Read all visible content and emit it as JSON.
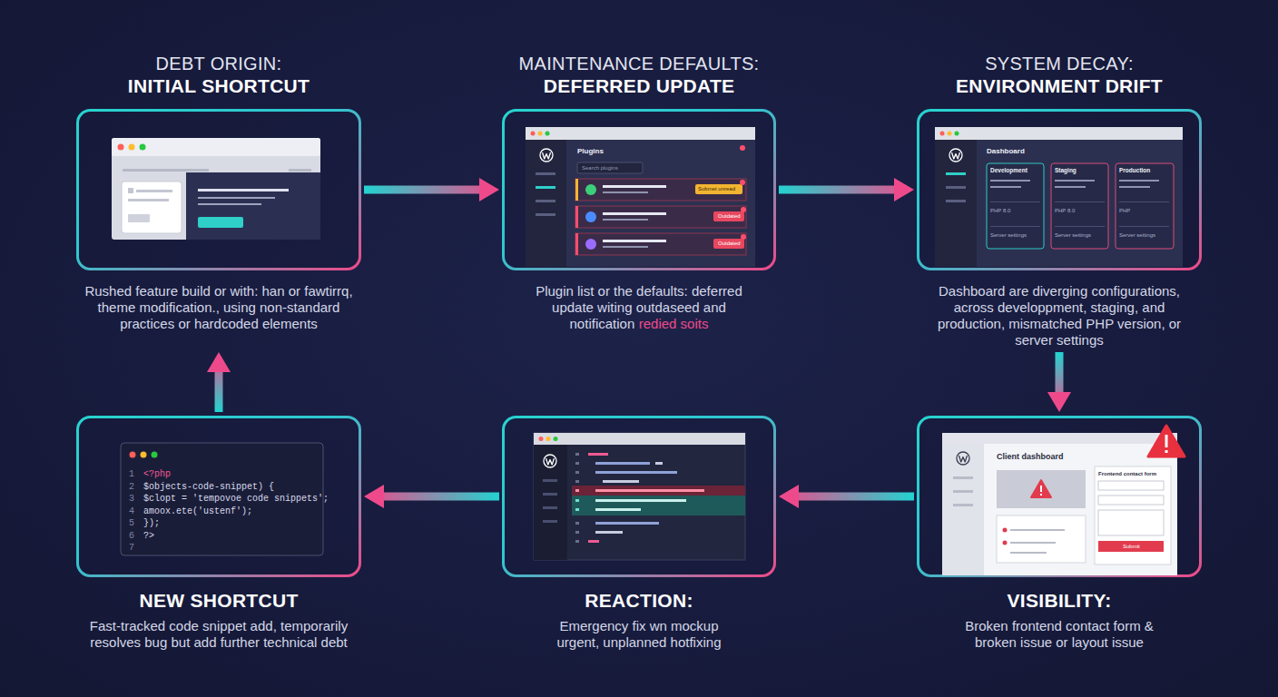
{
  "diagram": {
    "nodes": [
      {
        "text": [
          "DEBT ORIGIN:",
          "INITIAL SHORTCUT",
          "Rushed feature build or with: han or fawtirrq, theme modification., using non-standard practices or hardcoded elements"
        ]
      },
      {
        "text": [
          "MAINTENANCE DEFAULTS:",
          "DEFERRED UPDATE",
          "Plugin list or the defaults: deferred update witing outdaseed and notification",
          "redied soits"
        ]
      },
      {
        "text": [
          "SYSTEM DECAY:",
          "ENVIRONMENT DRIFT",
          "Dashboard are diverging configurations, across developpment, staging, and production, mismatched PHP version, or server settings"
        ]
      },
      {
        "text": [
          "NEW SHORTCUT",
          "Fast-tracked code snippet add, temporarily resolves bug but add further technical debt"
        ]
      },
      {
        "text": [
          "REACTION:",
          "Emergency fix wn mockup urgent, unplanned hotfixing"
        ]
      },
      {
        "text": [
          "VISIBILITY:",
          "Broken frontend contact form & broken issue or layout issue"
        ]
      }
    ],
    "edges": [
      {
        "from": 0,
        "to": 1,
        "arrow": "to"
      },
      {
        "from": 1,
        "to": 2,
        "arrow": "to"
      },
      {
        "from": 2,
        "to": 5,
        "arrow": "to"
      },
      {
        "from": 5,
        "to": 4,
        "arrow": "to"
      },
      {
        "from": 4,
        "to": 3,
        "arrow": "to"
      },
      {
        "from": 3,
        "to": 0,
        "arrow": "to"
      }
    ],
    "labels": [
      "Plugins",
      "Search plugins",
      "Submet unread",
      "Outdated",
      "Outdated",
      "Dashboard",
      "Development",
      "PHP 8.0",
      "Server settings",
      "Staging",
      "PHP 8.0",
      "Server settings",
      "Production",
      "PHP",
      "Server settings",
      "Client dashboard",
      "Frontend contact form",
      "Submit",
      "1",
      "<?php",
      "2",
      "$objects-code-snippet) {",
      "3",
      "$clopt = 'tempovoe code snippets';",
      "4",
      "amoox.ete('ustenf');",
      "5",
      "});",
      "6",
      "?>",
      "7"
    ]
  }
}
